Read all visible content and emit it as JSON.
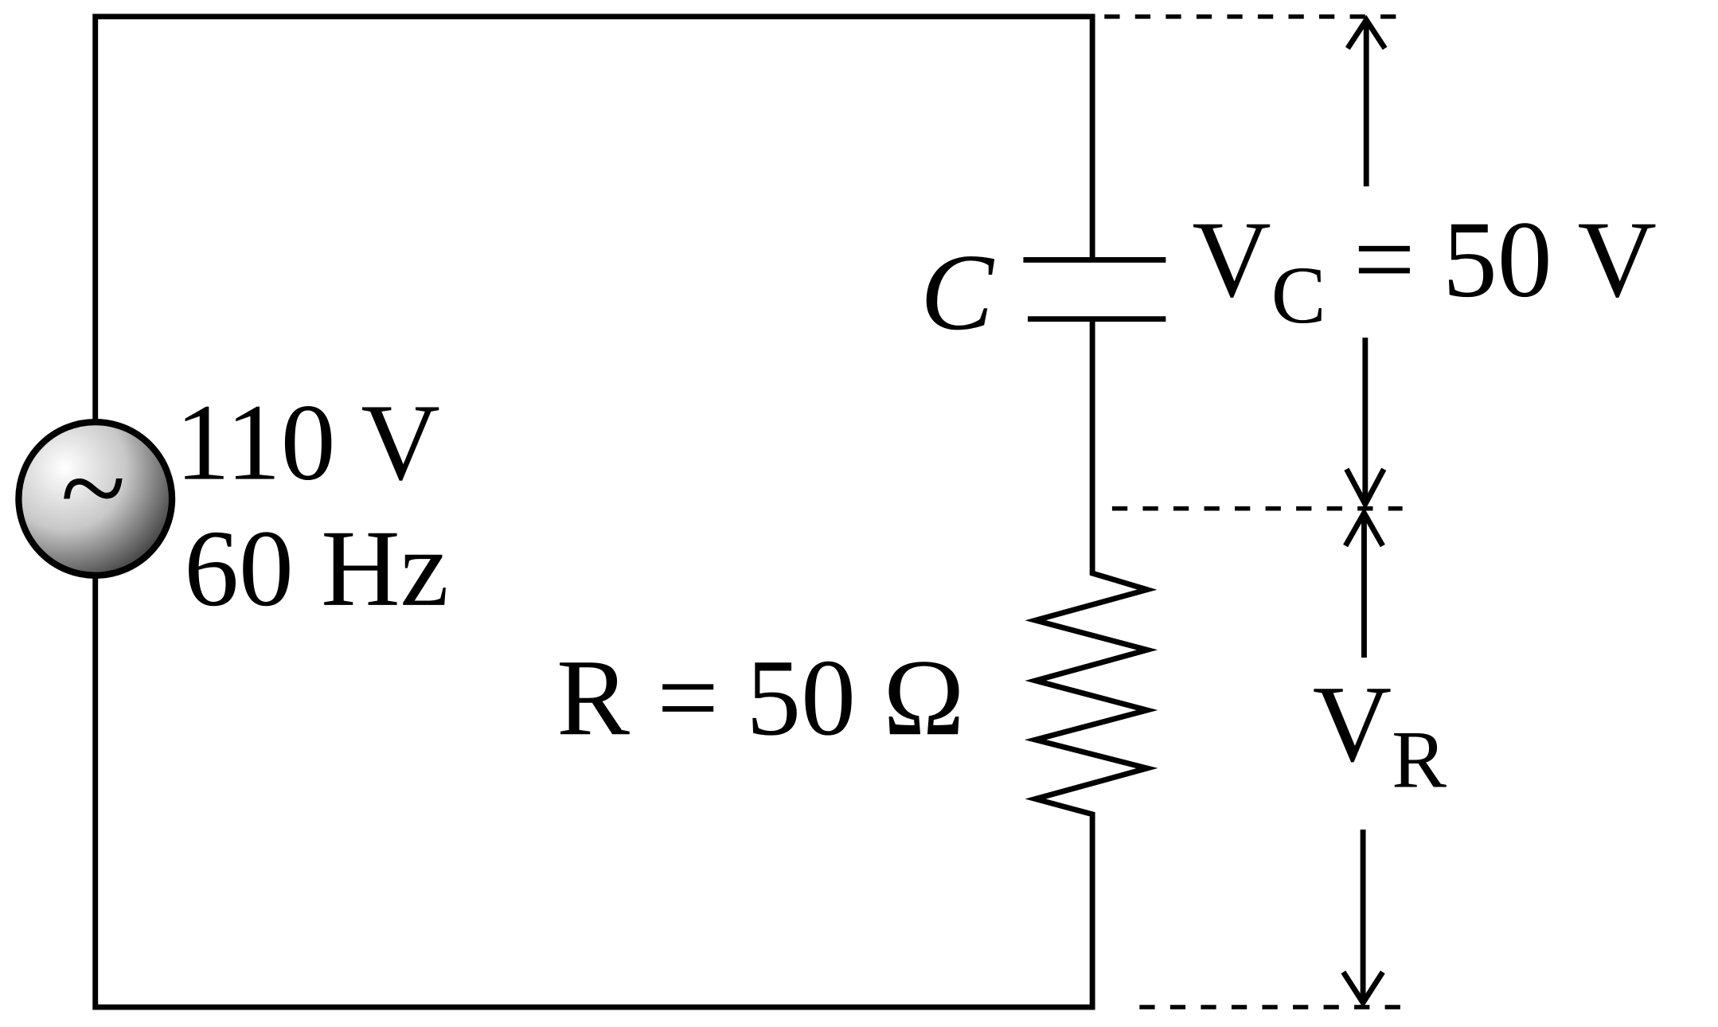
{
  "source": {
    "voltage": "110 V",
    "frequency": "60 Hz",
    "symbol": "~"
  },
  "capacitor": {
    "label": "C"
  },
  "resistor": {
    "label": "R = 50 Ω"
  },
  "vc": {
    "main": "V",
    "sub": "C",
    "value": " = 50 V"
  },
  "vr": {
    "main": "V",
    "sub": "R"
  },
  "colors": {
    "line": "#000000",
    "background": "#ffffff"
  }
}
